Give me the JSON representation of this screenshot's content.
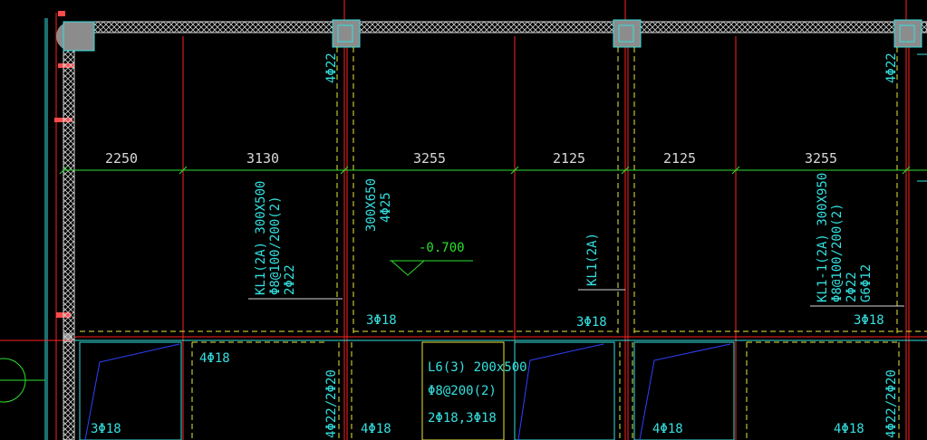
{
  "colors": {
    "background": "#000000",
    "grid_red": "#ff2020",
    "beam_yellow": "#e8e83a",
    "dim_green": "#2ee02e",
    "text_cyan": "#35e0e0",
    "wall_white": "#d8d8d8",
    "column_gray": "#8c8c8c",
    "edge_blue": "#3040ff"
  },
  "dimensions": [
    "2250",
    "3130",
    "3255",
    "2125",
    "2125",
    "3255"
  ],
  "level_mark": "-0.700",
  "beams": {
    "kl1": {
      "line1": "KL1(2A) 300X500",
      "line2": "Φ8@100/200(2)",
      "line3": "2Φ22"
    },
    "kl1_short": "KL1(2A)",
    "kl1_1": {
      "line1": "KL1-1(2A) 300X950",
      "line2": "Φ8@100/200(2)",
      "line3": "2Φ22",
      "line4": "G6Φ12"
    },
    "col_size": "300X650",
    "col_bars": "4Φ25",
    "l6": {
      "line1": "L6(3) 200x500",
      "line2": "Φ8@200(2)",
      "line3": "2Φ18,3Φ18"
    }
  },
  "rebar": {
    "top_4d22": "4Φ22",
    "bottom_3d18": "3Φ18",
    "bottom_4d18": "4Φ18",
    "side_4d22_2d20": "4Φ22/2Φ20"
  }
}
